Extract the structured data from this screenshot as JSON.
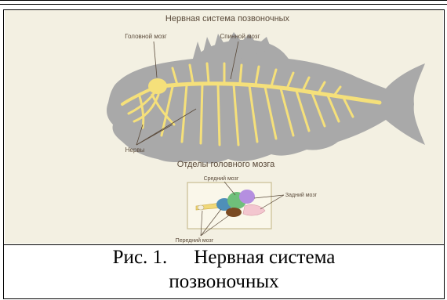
{
  "figure": {
    "title": "Нервная система позвоночных",
    "labels": {
      "brain": "Головной мозг",
      "spinal_cord": "Спинной мозг",
      "nerves": "Нервы"
    },
    "inset": {
      "title": "Отделы головного мозга",
      "midbrain": "Средний мозг",
      "hindbrain": "Задний мозг",
      "forebrain": "Передний мозг"
    }
  },
  "caption": {
    "number": "Рис. 1.",
    "text_line1": "Нервная система",
    "text_line2": "позвоночных"
  },
  "colors": {
    "background": "#f3f0e2",
    "fish_silhouette": "#a9a9a9",
    "nervous_system": "#f5e07a",
    "label_text": "#5a4a3a"
  }
}
